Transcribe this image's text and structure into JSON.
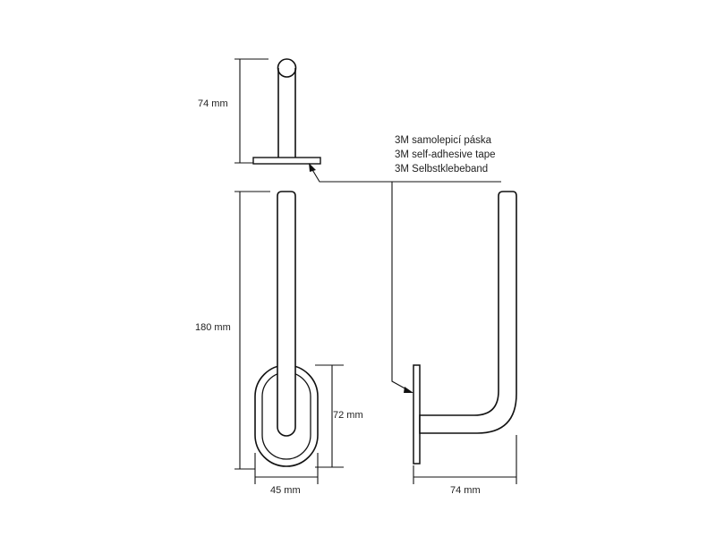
{
  "dimensions": {
    "top_height": "74 mm",
    "total_height": "180 mm",
    "plate_height": "72 mm",
    "plate_width": "45 mm",
    "depth": "74 mm"
  },
  "tape_note": {
    "line_cs": "3M samolepicí páska",
    "line_en": "3M self-adhesive tape",
    "line_de": "3M Selbstklebeband"
  }
}
